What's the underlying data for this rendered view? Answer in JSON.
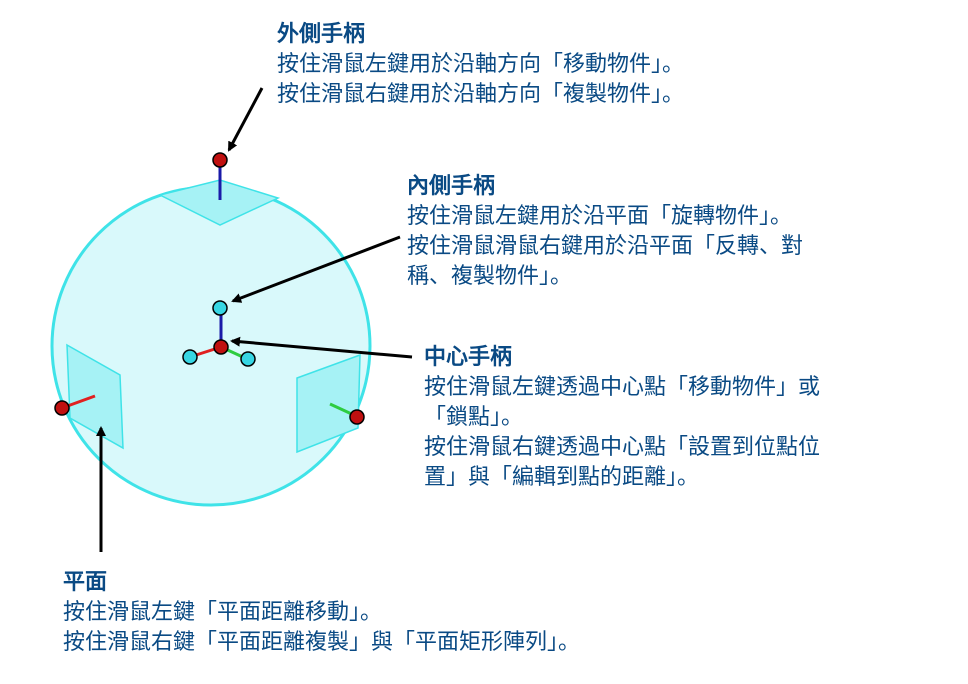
{
  "colors": {
    "text": "#0a4a84",
    "sphere": "#3fe3e8",
    "sphere_fill": "#d9f9fb",
    "plane_fill": "#a6f2f5",
    "red_handle": "#c01010",
    "cyan_handle": "#37d6e3",
    "axis_red": "#e02020",
    "axis_green": "#2ecc40",
    "axis_blue": "#1a1aa8",
    "arrow": "#000000"
  },
  "icons": [
    "outer-handle-icon",
    "inner-handle-icon",
    "center-handle-icon",
    "plane-icon"
  ],
  "outer_handle": {
    "title": "外側手柄",
    "lines": [
      "按住滑鼠左鍵用於沿軸方向「移動物件」。",
      "按住滑鼠右鍵用於沿軸方向「複製物件」。"
    ]
  },
  "inner_handle": {
    "title": "內側手柄",
    "lines": [
      "按住滑鼠左鍵用於沿平面「旋轉物件」。",
      "按住滑鼠滑鼠右鍵用於沿平面「反轉、對",
      "稱、複製物件」。"
    ]
  },
  "center_handle": {
    "title": "中心手柄",
    "lines": [
      "按住滑鼠左鍵透過中心點「移動物件」或",
      "「鎖點」。",
      "按住滑鼠右鍵透過中心點「設置到位點位",
      "置」與「編輯到點的距離」。"
    ]
  },
  "plane": {
    "title": "平面",
    "lines": [
      "按住滑鼠左鍵「平面距離移動」。",
      "按住滑鼠右鍵「平面距離複製」與「平面矩形陣列」。"
    ]
  }
}
